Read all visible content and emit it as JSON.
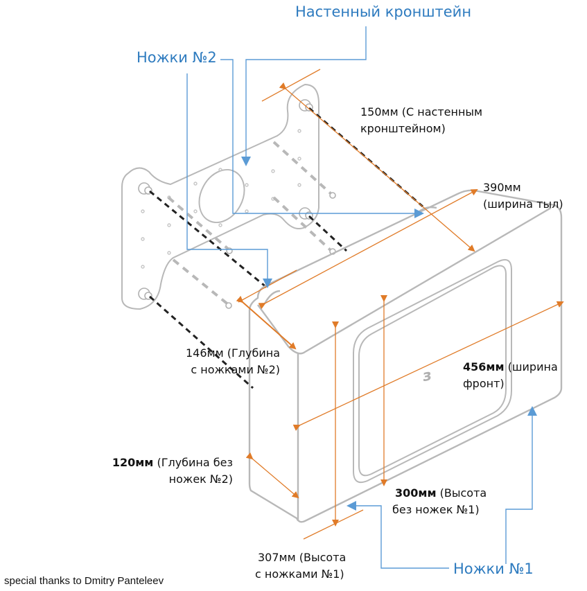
{
  "colors": {
    "callout": "#2e7bbf",
    "callout_line": "#5b9bd5",
    "dimension": "#e07b28",
    "outline": "#b8b8b8",
    "text": "#111111"
  },
  "callouts": {
    "wall_bracket": "Настенный кронштейн",
    "feet_2": "Ножки №2",
    "feet_1": "Ножки №1"
  },
  "dimensions": {
    "bracket_depth": {
      "line1": "150мм (С настенным",
      "line2": "кронштейном)"
    },
    "back_width": {
      "line1": "390мм",
      "line2": "(ширина тыл)"
    },
    "depth_with_feet": {
      "line1": "146мм (Глубина",
      "line2": "с ножками №2)"
    },
    "front_width": {
      "value": "456мм",
      "line1_rest": " (ширина",
      "line2": "фронт)"
    },
    "depth_without_feet": {
      "value": "120мм",
      "line1_rest": " (Глубина без",
      "line2": "ножек №2)"
    },
    "height_without_feet": {
      "value": "300мм",
      "line1_rest": " (Высота",
      "line2": "без ножек №1)"
    },
    "height_with_feet": {
      "line1": "307мм (Высота",
      "line2": "с ножками №1)"
    }
  },
  "icons": {
    "logo": "brand-logo-icon"
  },
  "credit": "special thanks to Dmitry Panteleev"
}
